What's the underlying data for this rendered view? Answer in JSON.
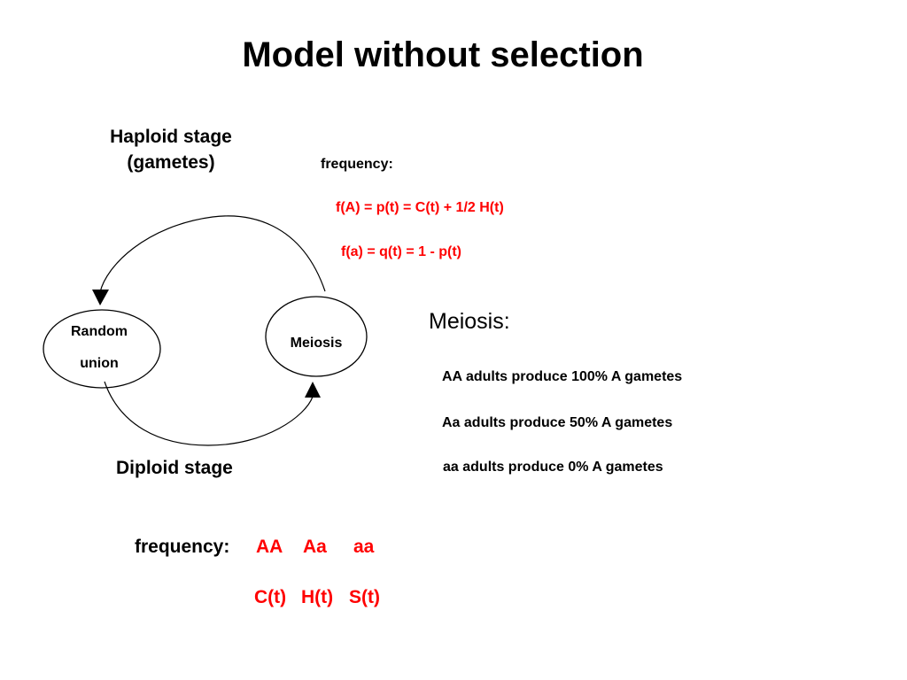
{
  "title": "Model without selection",
  "cycle": {
    "haploid_label": "Haploid stage (gametes)",
    "diploid_label": "Diploid stage",
    "random_union_line1": "Random",
    "random_union_line2": "union",
    "meiosis_node": "Meiosis"
  },
  "gamete_frequency": {
    "label": "frequency:",
    "eq_A": "f(A) = p(t) = C(t) + 1/2 H(t)",
    "eq_a": "f(a) = q(t) = 1 - p(t)"
  },
  "meiosis_rules": {
    "heading": "Meiosis:",
    "items": [
      "AA adults produce 100% A gametes",
      "Aa adults produce 50% A gametes",
      "aa adults produce 0% A gametes"
    ]
  },
  "genotype_frequency": {
    "label": "frequency:",
    "genotypes": [
      "AA",
      "Aa",
      "aa"
    ],
    "symbols": [
      "C(t)",
      "H(t)",
      "S(t)"
    ]
  },
  "colors": {
    "accent": "#ff0000",
    "text": "#000000",
    "background": "#ffffff"
  }
}
